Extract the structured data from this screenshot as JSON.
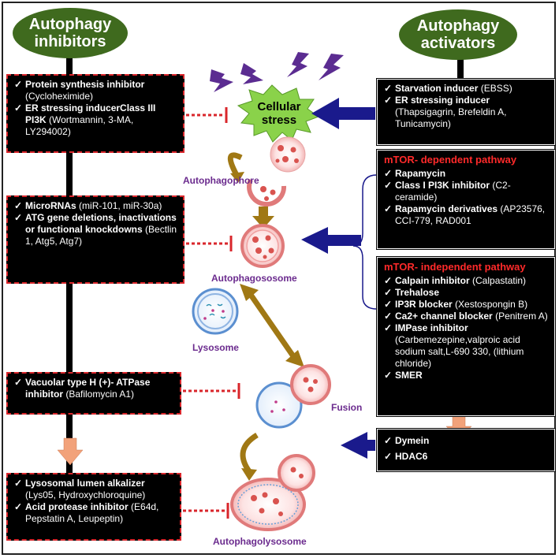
{
  "ovals": {
    "inhibitors": "Autophagy inhibitors",
    "activators": "Autophagy activators"
  },
  "stress_label": "Cellular stress",
  "stage_labels": {
    "autophagophore": "Autophagophore",
    "autophagosome": "Autophagososome",
    "lysosome": "Lysosome",
    "fusion": "Fusion",
    "autophagolysosome": "Autophagolysosome"
  },
  "inhibitors": {
    "box1": {
      "item1_bold": "Protein synthesis inhibitor",
      "item1_text": "(Cycloheximide)",
      "item2_bold": "ER stressing inducerClass III PI3K",
      "item2_text": "(Wortmannin, 3-MA, LY294002)"
    },
    "box2": {
      "item1_bold": "MicroRNAs",
      "item1_text": "(miR-101, miR-30a)",
      "item2_bold": "ATG gene deletions, inactivations or functional knockdowns",
      "item2_text": "(Bectlin 1, Atg5, Atg7)"
    },
    "box3": {
      "item1_bold": "Vacuolar type H (+)- ATPase inhibitor",
      "item1_text": "(Bafilomycin A1)"
    },
    "box4": {
      "item1_bold": "Lysosomal lumen alkalizer",
      "item1_text": "(Lys05, Hydroxychloroquine)",
      "item2_bold": "Acid protease inhibitor",
      "item2_text": "(E64d, Pepstatin A, Leupeptin)"
    }
  },
  "activators": {
    "box1": {
      "item1_bold": "Starvation inducer",
      "item1_text": "(EBSS)",
      "item2_bold": "ER stressing inducer",
      "item2_text": "(Thapsigagrin, Brefeldin A, Tunicamycin)"
    },
    "box2": {
      "header": "mTOR- dependent pathway",
      "item1_bold": "Rapamycin",
      "item2_bold": "Class I PI3K inhibitor",
      "item2_text": "(C2-ceramide)",
      "item3_bold": "Rapamycin derivatives",
      "item3_text": "(AP23576, CCI-779, RAD001"
    },
    "box3": {
      "header": "mTOR- independent pathway",
      "item1_bold": "Calpain inhibitor",
      "item1_text": "(Calpastatin)",
      "item2_bold": "Trehalose",
      "item3_bold": "IP3R blocker",
      "item3_text": "(Xestospongin B)",
      "item4_bold": "Ca2+ channel blocker",
      "item4_text": "(Penitrem A)",
      "item5_bold": "IMPase inhibitor",
      "item5_text": "(Carbemezepine,valproic acid sodium salt,L-690 330, (lithium chloride)",
      "item6_bold": "SMER"
    },
    "box4": {
      "item1_bold": "Dymein",
      "item2_bold": "HDAC6"
    }
  },
  "colors": {
    "oval_green": "#3f6a1e",
    "box_black": "#000000",
    "dash_red": "#d9262b",
    "header_red": "#ff2a2a",
    "arrow_blue": "#1a1a8c",
    "arrow_gold": "#a07814",
    "arrow_peach": "#f2a27a",
    "lightning_purple": "#5b2c91",
    "stress_green": "#8ad24a",
    "label_purple": "#6b2b8e",
    "vesicle_red": "#d9534f"
  }
}
